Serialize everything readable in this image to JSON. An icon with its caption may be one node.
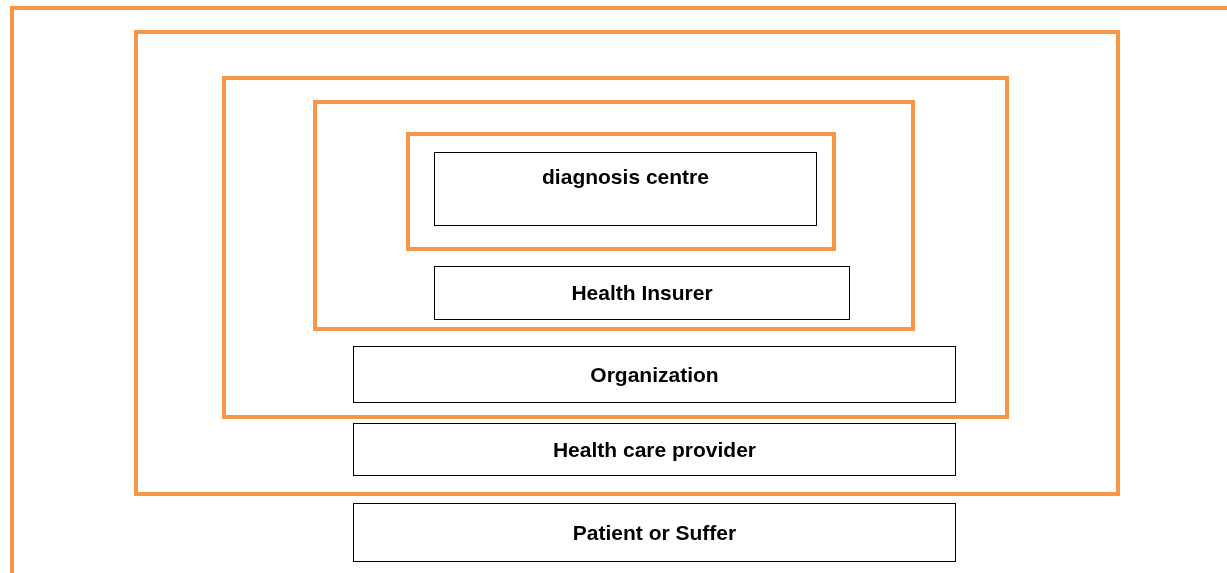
{
  "diagram": {
    "nodes": [
      {
        "text": [],
        "shape": "box"
      },
      {
        "text": [],
        "shape": "box",
        "in": 0
      },
      {
        "text": [],
        "shape": "box",
        "in": 1
      },
      {
        "text": [],
        "shape": "box",
        "in": 2
      },
      {
        "text": [],
        "shape": "box",
        "in": 3
      },
      {
        "text": [
          "diagnosis centre"
        ],
        "in": 4
      },
      {
        "text": [
          "Health Insurer"
        ],
        "in": 3
      },
      {
        "text": [
          "Organization"
        ],
        "in": 2
      },
      {
        "text": [
          "Health care provider"
        ],
        "in": 1
      },
      {
        "text": [
          "Patient or Suffer"
        ],
        "in": 0
      }
    ]
  }
}
